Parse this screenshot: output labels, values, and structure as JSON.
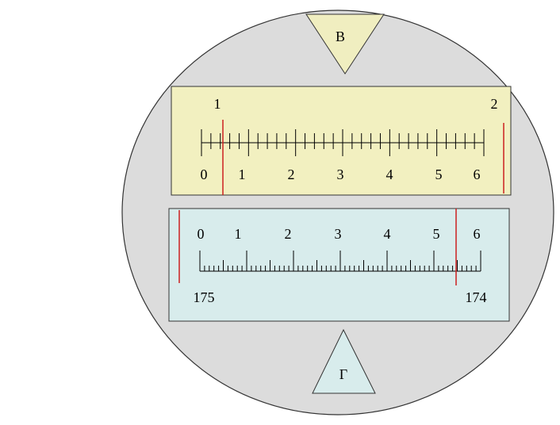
{
  "colors": {
    "circle_fill": "#dcdcdc",
    "upper_scale_fill": "#f2f0c0",
    "lower_scale_fill": "#d8ecec",
    "triangle_top_fill": "#f0eec0",
    "triangle_bottom_fill": "#d8ecec",
    "marker_red": "#cc2020",
    "outline": "#333333"
  },
  "pointer_top": {
    "label": "В"
  },
  "pointer_bottom": {
    "label": "Г"
  },
  "upper_scale": {
    "top_labels": [
      "1",
      "2"
    ],
    "numbers": [
      "0",
      "1",
      "2",
      "3",
      "4",
      "5",
      "6"
    ],
    "divisions_per_unit": 5,
    "major_units": 6
  },
  "lower_scale": {
    "numbers": [
      "0",
      "1",
      "2",
      "3",
      "4",
      "5",
      "6"
    ],
    "bottom_labels": [
      "175",
      "174"
    ],
    "divisions_per_unit": 10,
    "major_units": 6
  }
}
